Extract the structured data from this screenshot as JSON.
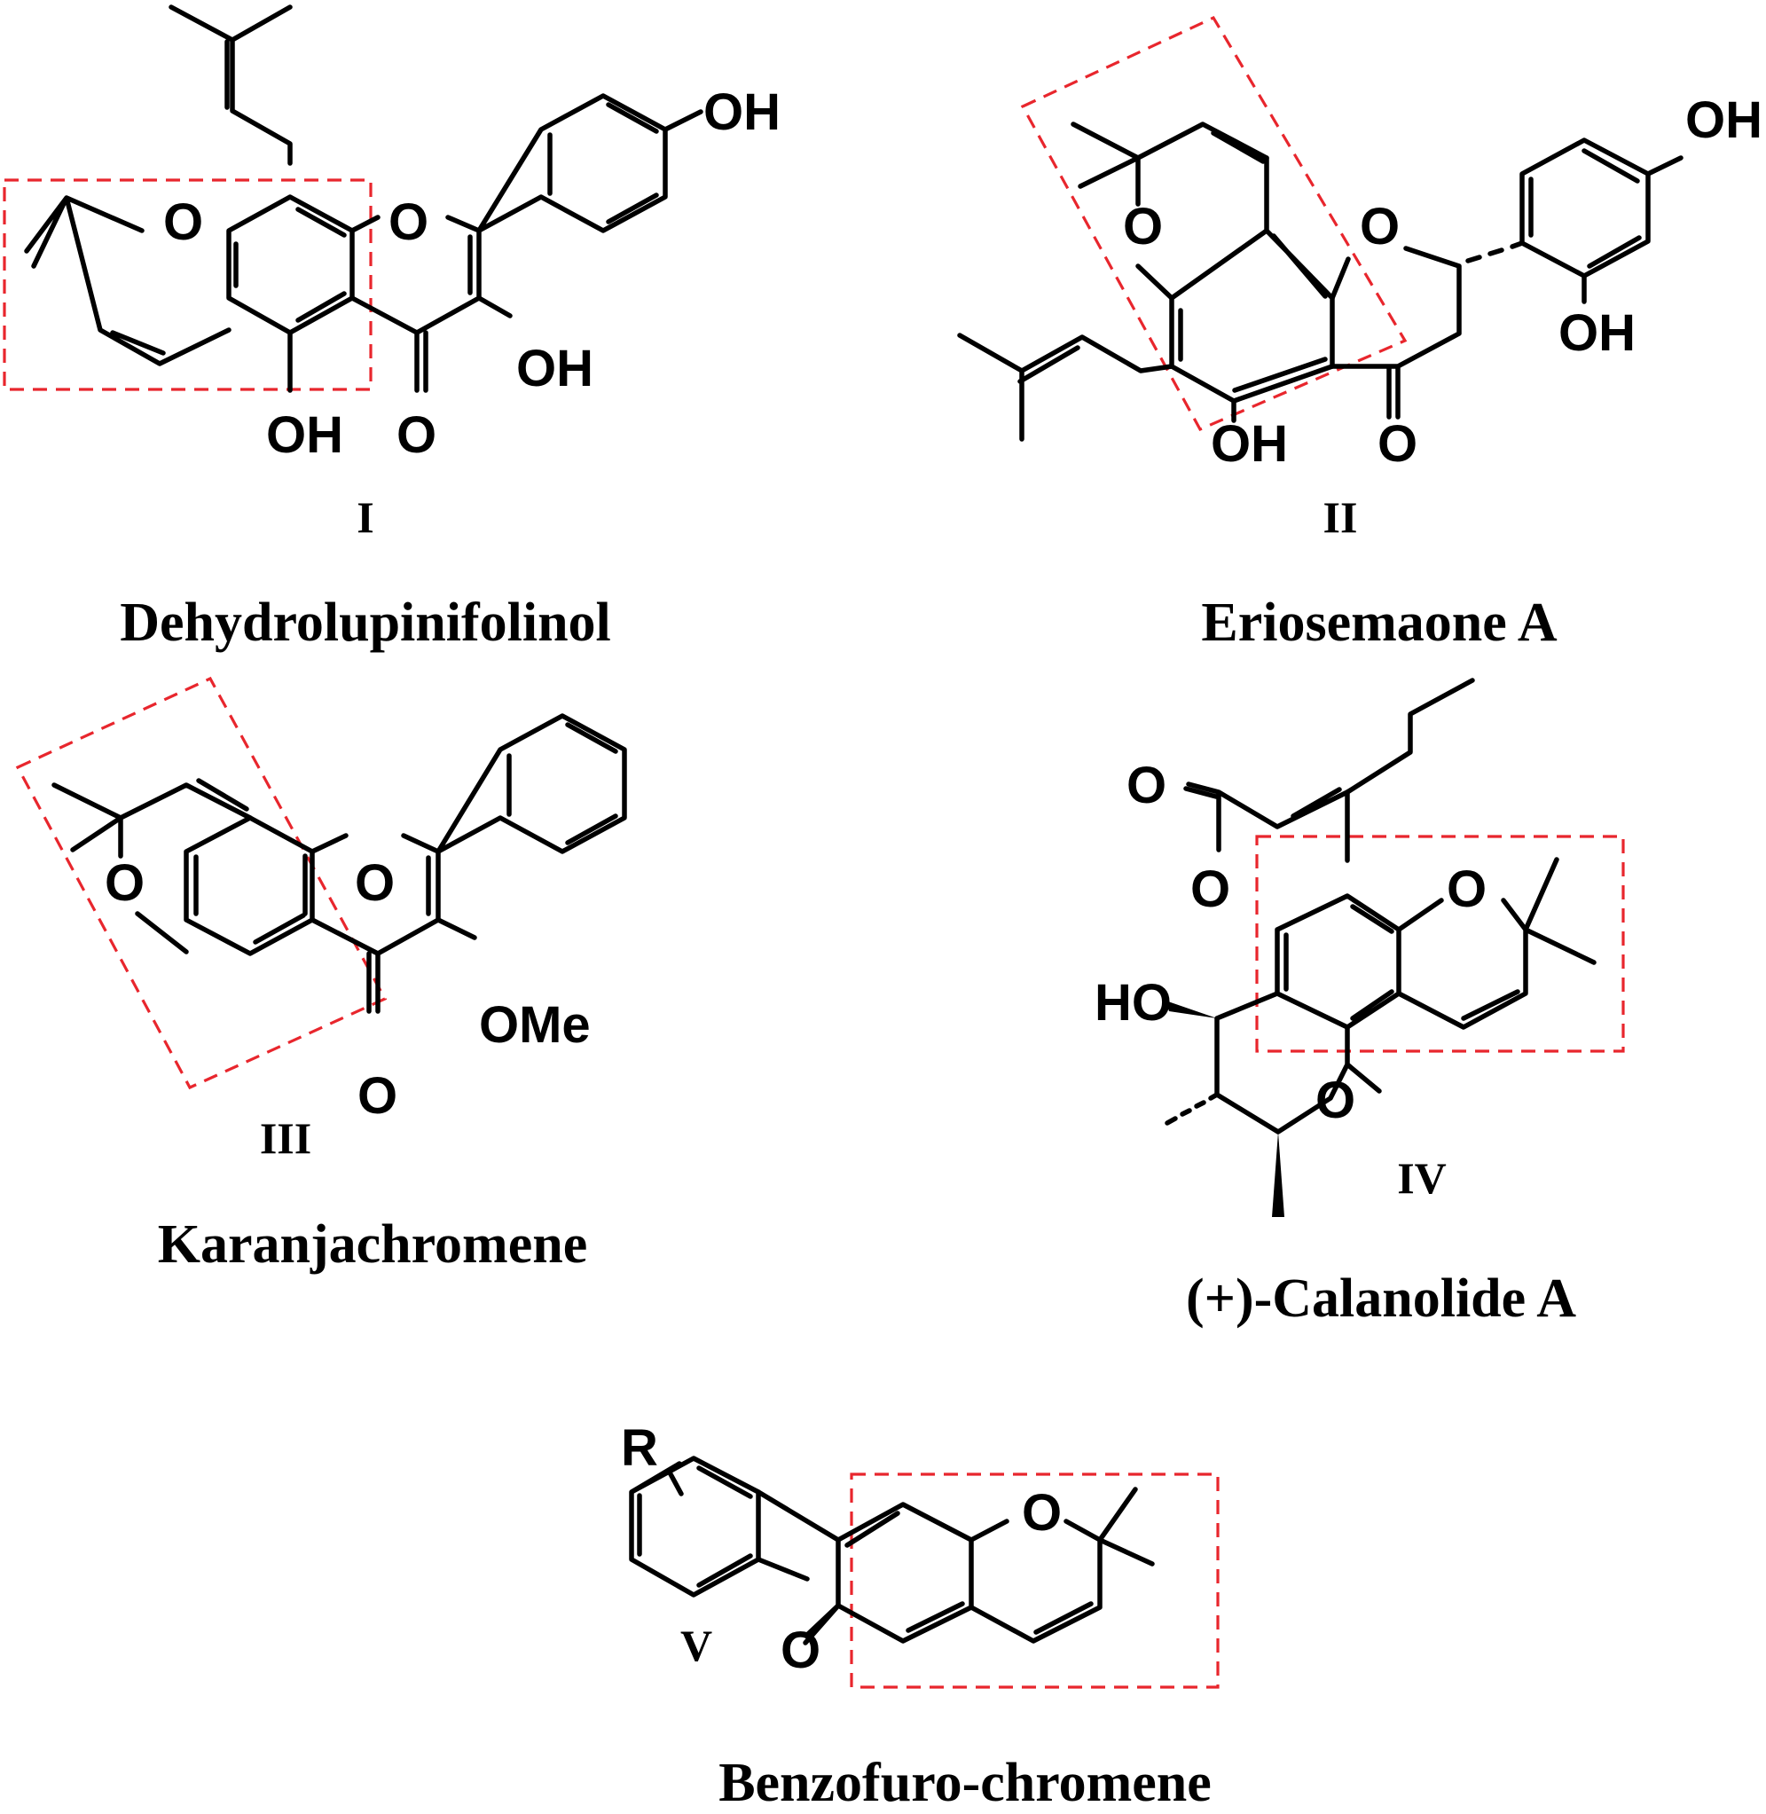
{
  "compounds": [
    {
      "label": "I",
      "name": "Dehydrolupinifolinol"
    },
    {
      "label": "II",
      "name": "Eriosemaone A"
    },
    {
      "label": "III",
      "name": "Karanjachromene"
    },
    {
      "label": "IV",
      "name": "(+)-Calanolide A"
    },
    {
      "label": "V",
      "name": "Benzofuro-chromene"
    }
  ],
  "atoms": {
    "O": "O",
    "OH": "OH",
    "HO": "HO",
    "OMe": "OMe",
    "R": "R"
  },
  "colors": {
    "highlight_box": "#e8262d",
    "bonds": "#000000"
  }
}
